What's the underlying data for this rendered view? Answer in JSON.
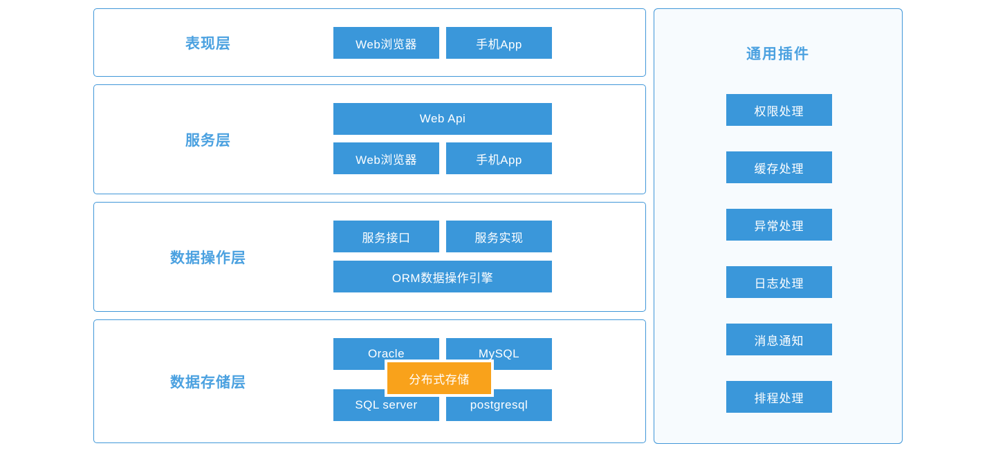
{
  "layers": [
    {
      "title": "表现层",
      "buttons": [
        "Web浏览器",
        "手机App"
      ]
    },
    {
      "title": "服务层",
      "wide": "Web Api",
      "buttons": [
        "Web浏览器",
        "手机App"
      ]
    },
    {
      "title": "数据操作层",
      "buttons": [
        "服务接口",
        "服务实现"
      ],
      "wide": "ORM数据操作引擎"
    },
    {
      "title": "数据存储层",
      "buttons": [
        "Oracle",
        "MySQL",
        "SQL server",
        "postgresql"
      ],
      "overlay": "分布式存储"
    }
  ],
  "plugins": {
    "title": "通用插件",
    "items": [
      "权限处理",
      "缓存处理",
      "异常处理",
      "日志处理",
      "消息通知",
      "排程处理"
    ]
  },
  "colors": {
    "node_blue": "#3a97da",
    "overlay_orange": "#f9a21b",
    "title_text_blue": "#4ba1e0",
    "box_border_blue": "#3f96d8",
    "panel_background": "#f7fbfe",
    "node_text": "#ffffff"
  }
}
